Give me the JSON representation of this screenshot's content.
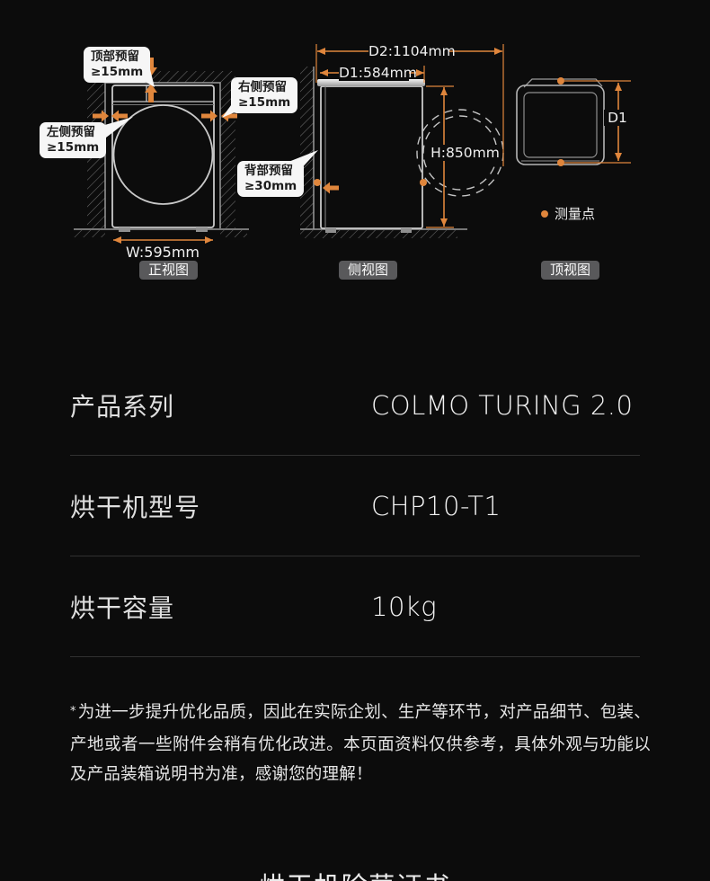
{
  "colors": {
    "accent_orange": "#E0863C",
    "machine_stroke": "#C9C9C9",
    "bubble_bg": "#F6F6F6",
    "badge_bg": "#59595B",
    "background": "#0C0C0C"
  },
  "diagrams": {
    "front": {
      "badge": "正视图",
      "width_dim": "W:595mm",
      "callout_top": {
        "line1": "顶部预留",
        "line2": "≥15mm"
      },
      "callout_left": {
        "line1": "左侧预留",
        "line2": "≥15mm"
      },
      "callout_right": {
        "line1": "右侧预留",
        "line2": "≥15mm"
      }
    },
    "side": {
      "badge": "侧视图",
      "dim_d2": "D2:1104mm",
      "dim_d1": "D1:584mm",
      "dim_h": "H:850mm",
      "callout_back": {
        "line1": "背部预留",
        "line2": "≥30mm"
      }
    },
    "top": {
      "badge": "顶视图",
      "dim_d1": "D1",
      "legend": "测量点"
    }
  },
  "spec_table": {
    "rows": [
      {
        "label": "产品系列",
        "value": "COLMO TURING 2.0"
      },
      {
        "label": "烘干机型号",
        "value": "CHP10-T1"
      },
      {
        "label": "烘干容量",
        "value": "10kg"
      }
    ]
  },
  "disclaimer": {
    "star": "*",
    "text": "为进一步提升优化品质，因此在实际企划、生产等环节，对产品细节、包装、产地或者一些附件会稍有优化改进。本页面资料仅供参考，具体外观与功能以及产品装箱说明书为准，感谢您的理解！"
  },
  "next_section": {
    "title": "烘干机除菌证书"
  }
}
